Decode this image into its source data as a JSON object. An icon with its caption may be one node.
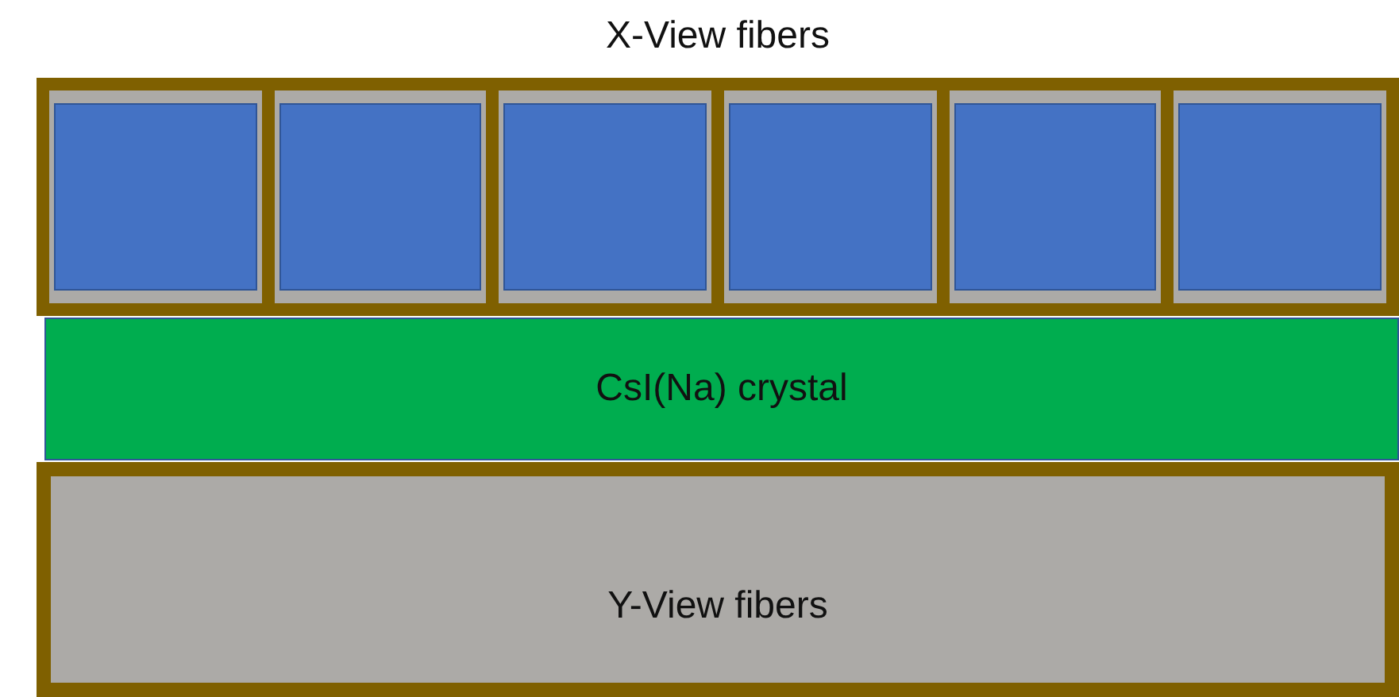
{
  "diagram": {
    "nodes": [
      {
        "text": [
          "X-View fibers"
        ]
      },
      {
        "text": [],
        "shape": "box",
        "in": 0
      },
      {
        "text": [],
        "shape": "box",
        "in": 0
      },
      {
        "text": [],
        "shape": "box",
        "in": 0
      },
      {
        "text": [],
        "shape": "box",
        "in": 0
      },
      {
        "text": [],
        "shape": "box",
        "in": 0
      },
      {
        "text": [],
        "shape": "box",
        "in": 0
      },
      {
        "text": [
          "CsI(Na) crystal"
        ]
      },
      {
        "text": [
          "Y-View fibers"
        ]
      }
    ],
    "edges": []
  }
}
